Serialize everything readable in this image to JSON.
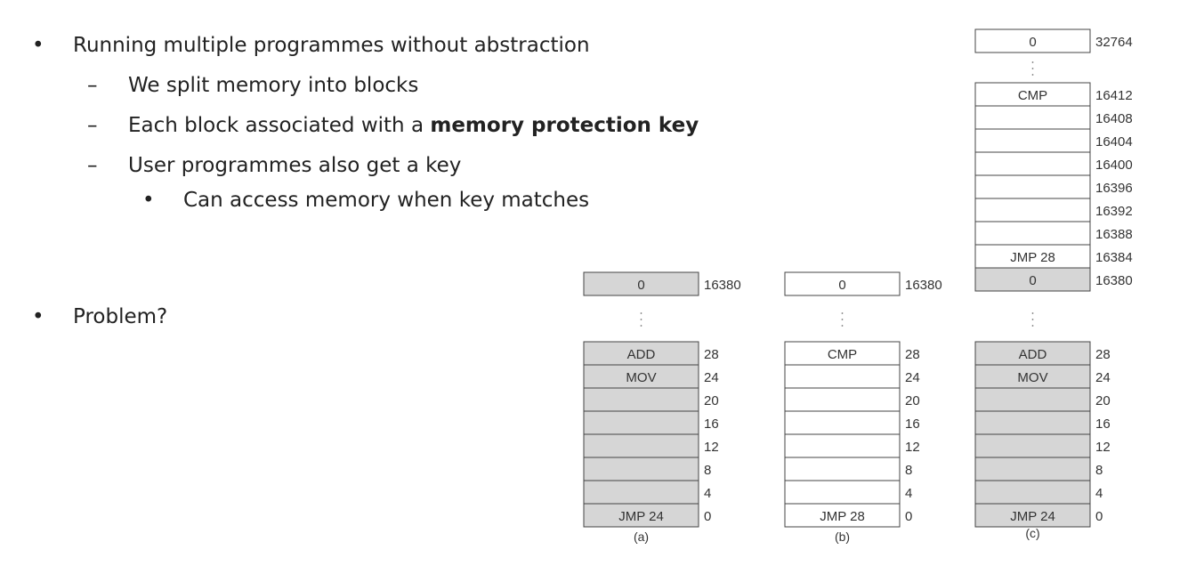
{
  "bullets": {
    "b1": "Running multiple programmes without abstraction",
    "b1a": "We split memory into blocks",
    "b1b_pre": "Each block associated with a ",
    "b1b_bold": "memory protection key",
    "b1c": "User programmes also get a key",
    "b1c1": "Can access memory when key matches",
    "b2": "Problem?"
  },
  "markers": {
    "dot": "•",
    "dash": "–"
  },
  "memory": {
    "columns": [
      {
        "caption": "(a)",
        "top": {
          "label": "0",
          "addr": "16380",
          "shaded": true
        },
        "cells": [
          {
            "label": "ADD",
            "addr": "28",
            "shaded": true
          },
          {
            "label": "MOV",
            "addr": "24",
            "shaded": true
          },
          {
            "label": "",
            "addr": "20",
            "shaded": true
          },
          {
            "label": "",
            "addr": "16",
            "shaded": true
          },
          {
            "label": "",
            "addr": "12",
            "shaded": true
          },
          {
            "label": "",
            "addr": "8",
            "shaded": true
          },
          {
            "label": "",
            "addr": "4",
            "shaded": true
          },
          {
            "label": "JMP  24",
            "addr": "0",
            "shaded": true
          }
        ]
      },
      {
        "caption": "(b)",
        "top": {
          "label": "0",
          "addr": "16380",
          "shaded": false
        },
        "cells": [
          {
            "label": "CMP",
            "addr": "28",
            "shaded": false
          },
          {
            "label": "",
            "addr": "24",
            "shaded": false
          },
          {
            "label": "",
            "addr": "20",
            "shaded": false
          },
          {
            "label": "",
            "addr": "16",
            "shaded": false
          },
          {
            "label": "",
            "addr": "12",
            "shaded": false
          },
          {
            "label": "",
            "addr": "8",
            "shaded": false
          },
          {
            "label": "",
            "addr": "4",
            "shaded": false
          },
          {
            "label": "JMP 28",
            "addr": "0",
            "shaded": false
          }
        ]
      },
      {
        "caption": "(c)",
        "top": {
          "label": "0",
          "addr": "32764",
          "shaded": false
        },
        "upper": [
          {
            "label": "CMP",
            "addr": "16412",
            "shaded": false
          },
          {
            "label": "",
            "addr": "16408",
            "shaded": false
          },
          {
            "label": "",
            "addr": "16404",
            "shaded": false
          },
          {
            "label": "",
            "addr": "16400",
            "shaded": false
          },
          {
            "label": "",
            "addr": "16396",
            "shaded": false
          },
          {
            "label": "",
            "addr": "16392",
            "shaded": false
          },
          {
            "label": "",
            "addr": "16388",
            "shaded": false
          },
          {
            "label": "JMP 28",
            "addr": "16384",
            "shaded": false
          },
          {
            "label": "0",
            "addr": "16380",
            "shaded": true
          }
        ],
        "cells": [
          {
            "label": "ADD",
            "addr": "28",
            "shaded": true
          },
          {
            "label": "MOV",
            "addr": "24",
            "shaded": true
          },
          {
            "label": "",
            "addr": "20",
            "shaded": true
          },
          {
            "label": "",
            "addr": "16",
            "shaded": true
          },
          {
            "label": "",
            "addr": "12",
            "shaded": true
          },
          {
            "label": "",
            "addr": "8",
            "shaded": true
          },
          {
            "label": "",
            "addr": "4",
            "shaded": true
          },
          {
            "label": "JMP  24",
            "addr": "0",
            "shaded": true
          }
        ]
      }
    ],
    "colors": {
      "shaded": "#d6d6d6",
      "plain": "#ffffff",
      "border": "#444444"
    }
  }
}
